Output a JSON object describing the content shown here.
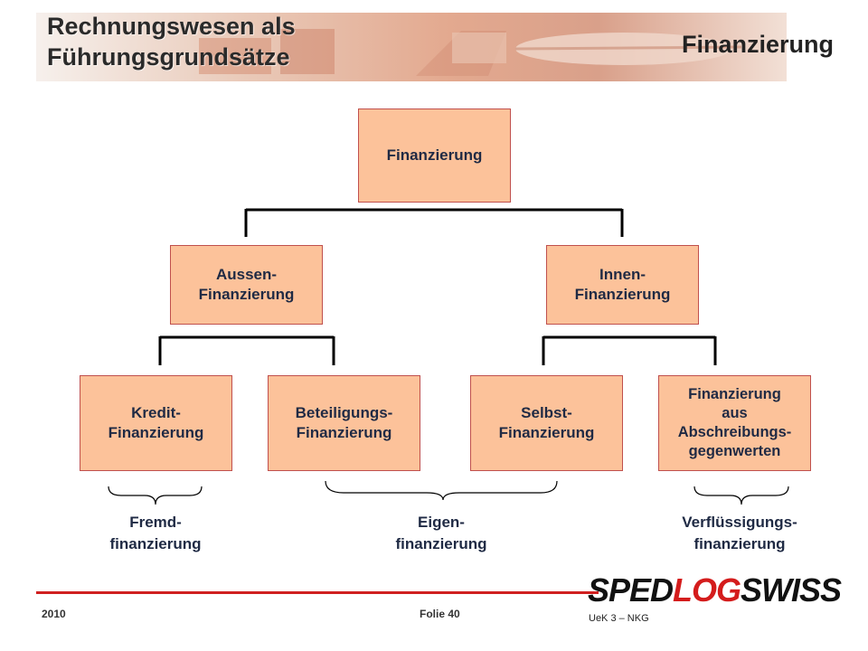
{
  "header": {
    "title_line1": "Rechnungswesen als",
    "title_line2": "Führungsgrundsätze",
    "topic": "Finanzierung"
  },
  "diagram": {
    "root": "Finanzierung",
    "level2": [
      "Aussen-\nFinanzierung",
      "Innen-\nFinanzierung"
    ],
    "level3": [
      "Kredit-\nFinanzierung",
      "Beteiligungs-\nFinanzierung",
      "Selbst-\nFinanzierung",
      "Finanzierung\naus\nAbschreibungs-\ngegenwerten"
    ],
    "groups": [
      "Fremd-\nfinanzierung",
      "Eigen-\nfinanzierung",
      "Verflüssigungs-\nfinanzierung"
    ]
  },
  "footer": {
    "year": "2010",
    "slide": "Folie 40",
    "course": "UeK 3 – NKG",
    "logo_part1": "SPED",
    "logo_part2": "LOG",
    "logo_part3": "SWISS"
  },
  "colors": {
    "box_fill": "#fcc29a",
    "box_border": "#c0504d",
    "text": "#1f2a44",
    "accent_red": "#d02020"
  }
}
